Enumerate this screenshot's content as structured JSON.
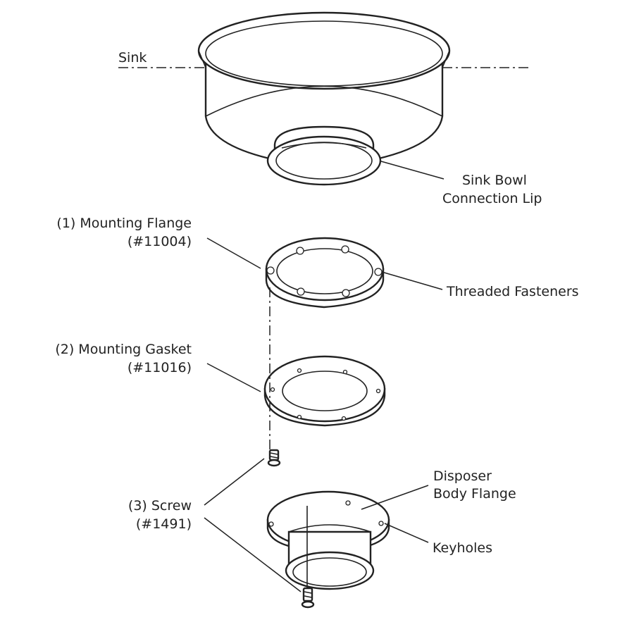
{
  "labels": {
    "sink": "Sink",
    "sink_bowl_line1": "Sink Bowl",
    "sink_bowl_line2": "Connection Lip",
    "mounting_flange_line1": "(1) Mounting Flange",
    "mounting_flange_line2": "(#11004)",
    "threaded_fasteners": "Threaded Fasteners",
    "mounting_gasket_line1": "(2) Mounting Gasket",
    "mounting_gasket_line2": "(#11016)",
    "screw_line1": "(3) Screw",
    "screw_line2": "(#1491)",
    "disposer_line1": "Disposer",
    "disposer_line2": "Body Flange",
    "keyholes": "Keyholes"
  },
  "colors": {
    "line": "#222222",
    "background": "#ffffff"
  }
}
